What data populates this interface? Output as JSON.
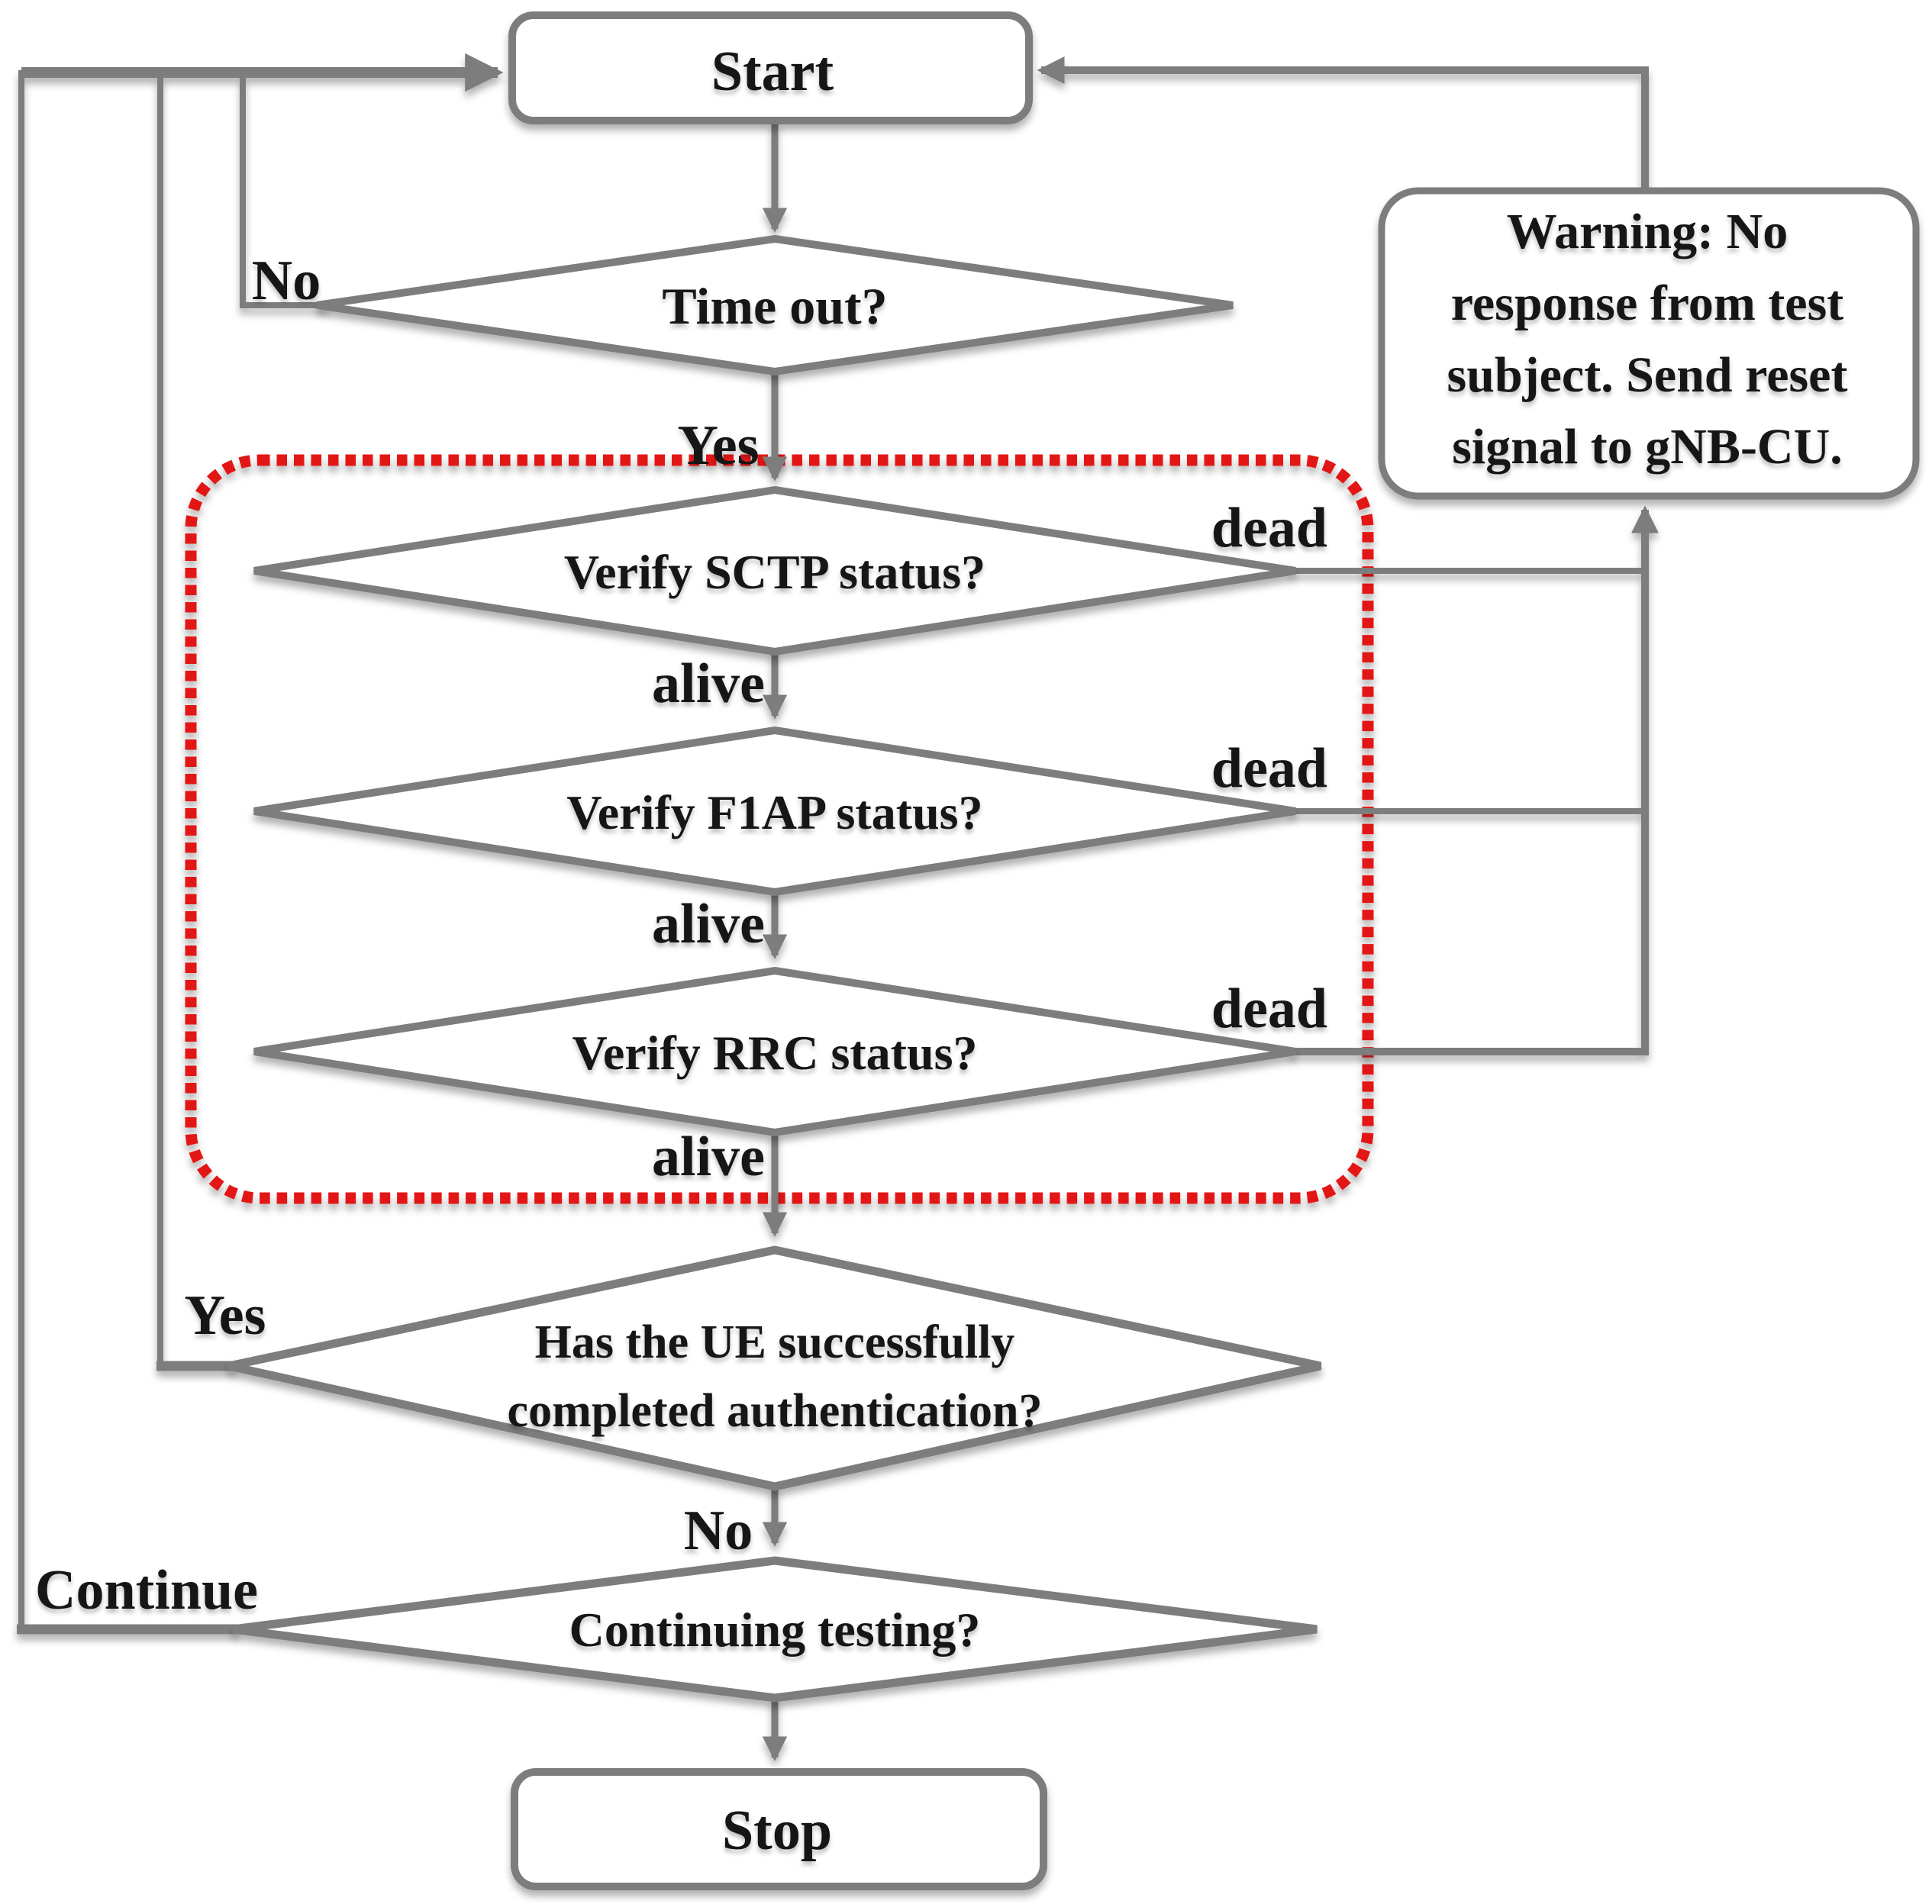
{
  "diagram": {
    "type": "flowchart",
    "description": "Test procedure flowchart with liveness monitoring zone",
    "colors": {
      "shape_stroke": "#7d7d7d",
      "text": "#151515",
      "dash_red": "#e31212",
      "bg": "#ffffff"
    },
    "nodes": {
      "start": {
        "label": "Start",
        "shape": "rounded-rect"
      },
      "timeout": {
        "label": "Time out?",
        "shape": "diamond"
      },
      "sctp": {
        "label": "Verify SCTP status?",
        "shape": "diamond"
      },
      "f1ap": {
        "label": "Verify F1AP status?",
        "shape": "diamond"
      },
      "rrc": {
        "label": "Verify RRC status?",
        "shape": "diamond"
      },
      "ue_auth": {
        "lines": [
          "Has the UE successfully",
          "completed authentication?"
        ],
        "shape": "diamond"
      },
      "continuing": {
        "label": "Continuing testing?",
        "shape": "diamond"
      },
      "stop": {
        "label": "Stop",
        "shape": "rounded-rect"
      },
      "warning": {
        "lines": [
          "Warning: No",
          "response from test",
          "subject. Send reset",
          "signal to gNB-CU."
        ],
        "shape": "rounded-rect"
      }
    },
    "edge_labels": {
      "timeout_no": "No",
      "timeout_yes": "Yes",
      "sctp_dead": "dead",
      "sctp_alive": "alive",
      "f1ap_dead": "dead",
      "f1ap_alive": "alive",
      "rrc_dead": "dead",
      "rrc_alive": "alive",
      "ue_auth_yes": "Yes",
      "ue_auth_no": "No",
      "continuing_continue": "Continue"
    }
  }
}
